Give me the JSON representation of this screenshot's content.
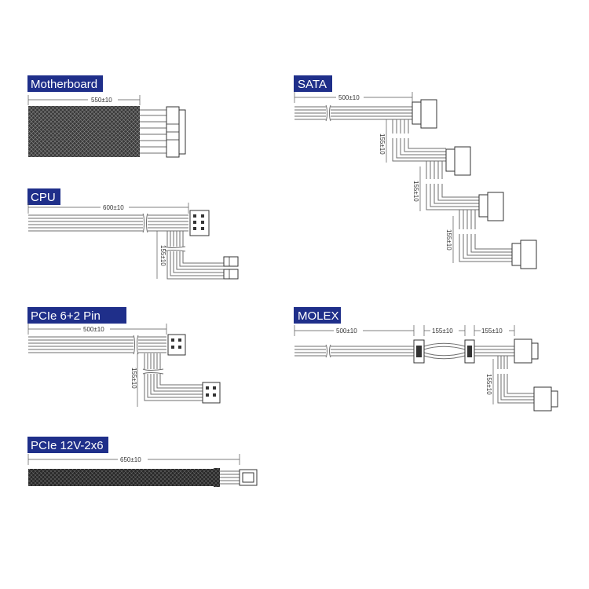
{
  "sections": {
    "motherboard": {
      "title": "Motherboard",
      "length": "550±10"
    },
    "cpu": {
      "title": "CPU",
      "length": "600±10",
      "branch": "155±10"
    },
    "pcie62": {
      "title": "PCIe 6+2 Pin",
      "length": "500±10",
      "branch": "155±10"
    },
    "pcie12v": {
      "title": "PCIe 12V-2x6",
      "length": "650±10"
    },
    "sata": {
      "title": "SATA",
      "length": "500±10",
      "branch1": "155±10",
      "branch2": "155±10",
      "branch3": "155±10"
    },
    "molex": {
      "title": "MOLEX",
      "length": "500±10",
      "seg1": "155±10",
      "seg2": "155±10",
      "branch": "155±10"
    }
  },
  "colors": {
    "title_bg": "#1f2f8a",
    "title_text": "#ffffff",
    "wire": "#6e6e6e",
    "sleeve": "#2b2b2b"
  },
  "icons": [
    "connector-24pin-icon",
    "connector-8pin-icon",
    "connector-sata-icon",
    "connector-molex-icon"
  ]
}
